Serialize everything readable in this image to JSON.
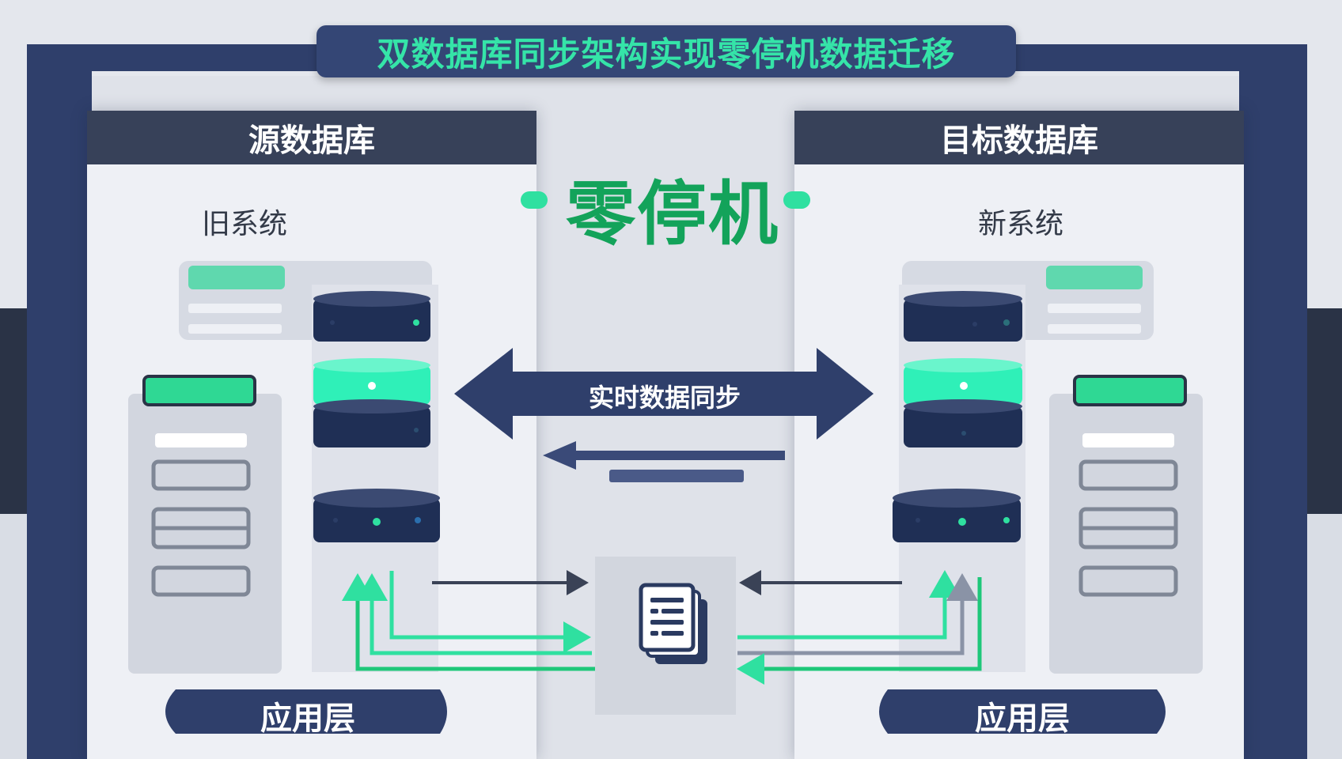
{
  "title": "双数据库同步架构实现零停机数据迁移",
  "zero_downtime": "零停机",
  "left": {
    "header": "源数据库",
    "system": "旧系统",
    "app_layer": "应用层"
  },
  "right": {
    "header": "目标数据库",
    "system": "新系统",
    "app_layer": "应用层"
  },
  "sync_label": "实时数据同步",
  "colors": {
    "accent": "#2fe0a0",
    "navy": "#2f3f6b",
    "panel_header": "#374159",
    "green_text": "#13a35a"
  },
  "icons": [
    "database-icon",
    "document-stack-icon",
    "server-panel-icon"
  ]
}
